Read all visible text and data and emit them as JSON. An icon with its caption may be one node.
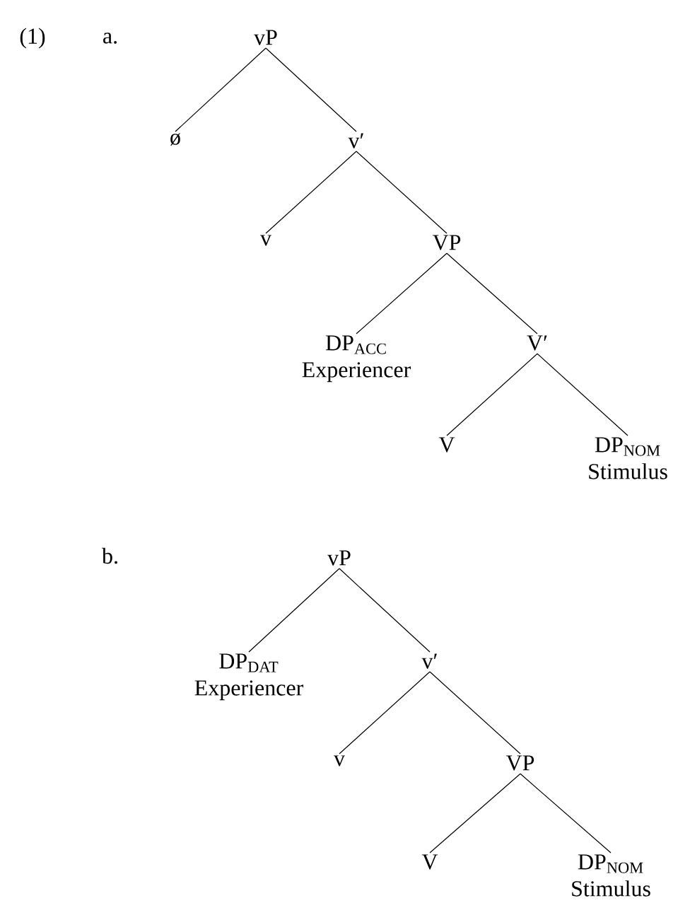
{
  "diagram": {
    "nodes": [
      {
        "text": [
          "vP"
        ]
      },
      {
        "text": [
          "ø"
        ]
      },
      {
        "text": [
          "v′"
        ]
      },
      {
        "text": [
          "v"
        ]
      },
      {
        "text": [
          "VP"
        ]
      },
      {
        "text": [
          "DP$_{ACC}$",
          "Experiencer"
        ]
      },
      {
        "text": [
          "V′"
        ]
      },
      {
        "text": [
          "V"
        ]
      },
      {
        "text": [
          "DP$_{NOM}$",
          "Stimulus"
        ]
      },
      {
        "text": [
          "vP"
        ]
      },
      {
        "text": [
          "DP$_{DAT}$",
          "Experiencer"
        ]
      },
      {
        "text": [
          "v′"
        ]
      },
      {
        "text": [
          "v"
        ]
      },
      {
        "text": [
          "VP"
        ]
      },
      {
        "text": [
          "V"
        ]
      },
      {
        "text": [
          "DP$_{NOM}$",
          "Stimulus"
        ]
      }
    ],
    "edges": [
      {
        "from": 0,
        "to": 1,
        "arrow": "none"
      },
      {
        "from": 0,
        "to": 2,
        "arrow": "none"
      },
      {
        "from": 2,
        "to": 3,
        "arrow": "none"
      },
      {
        "from": 2,
        "to": 4,
        "arrow": "none"
      },
      {
        "from": 4,
        "to": 5,
        "arrow": "none"
      },
      {
        "from": 4,
        "to": 6,
        "arrow": "none"
      },
      {
        "from": 6,
        "to": 7,
        "arrow": "none"
      },
      {
        "from": 6,
        "to": 8,
        "arrow": "none"
      },
      {
        "from": 9,
        "to": 10,
        "arrow": "none"
      },
      {
        "from": 9,
        "to": 11,
        "arrow": "none"
      },
      {
        "from": 11,
        "to": 12,
        "arrow": "none"
      },
      {
        "from": 11,
        "to": 13,
        "arrow": "none"
      },
      {
        "from": 13,
        "to": 14,
        "arrow": "none"
      },
      {
        "from": 13,
        "to": 15,
        "arrow": "none"
      }
    ],
    "labels": [
      "(1)",
      "a.",
      "b."
    ]
  }
}
